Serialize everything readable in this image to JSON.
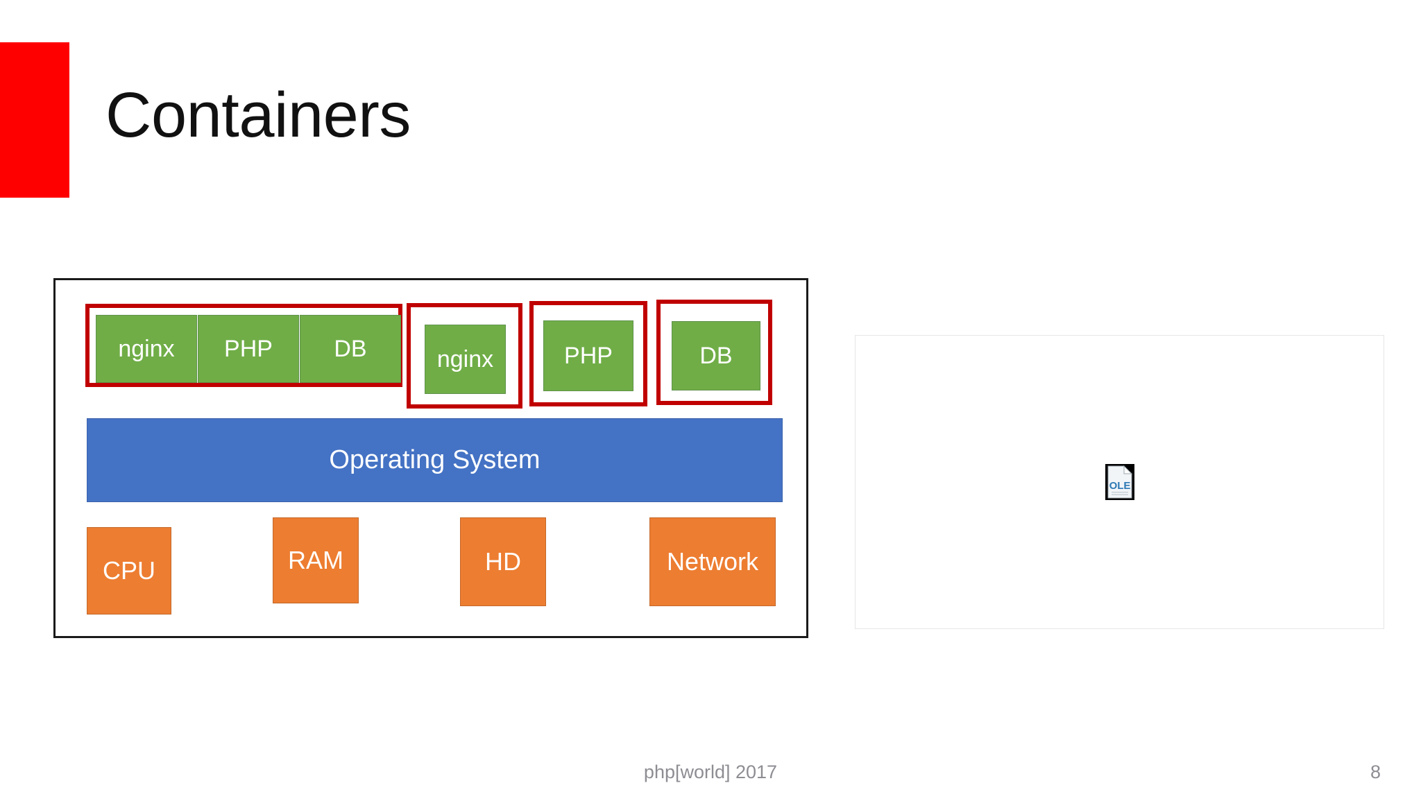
{
  "slide": {
    "title": "Containers",
    "accent_color": "#FF0000",
    "background_color": "#FFFFFF"
  },
  "diagram": {
    "border_color": "#1A1A1A",
    "container_border_color": "#C00000",
    "app_color": "#70AD47",
    "os_color": "#4472C4",
    "hardware_color": "#ED7D31",
    "container_groups": [
      {
        "name": "multi-service-container",
        "boxes": [
          {
            "label": "nginx"
          },
          {
            "label": "PHP"
          },
          {
            "label": "DB"
          }
        ]
      },
      {
        "name": "nginx-container",
        "boxes": [
          {
            "label": "nginx"
          }
        ]
      },
      {
        "name": "php-container",
        "boxes": [
          {
            "label": "PHP"
          }
        ]
      },
      {
        "name": "db-container",
        "boxes": [
          {
            "label": "DB"
          }
        ]
      }
    ],
    "os_layer": {
      "label": "Operating System"
    },
    "hardware_layer": [
      {
        "label": "CPU"
      },
      {
        "label": "RAM"
      },
      {
        "label": "HD"
      },
      {
        "label": "Network"
      }
    ]
  },
  "placeholder": {
    "object_label": "OLE"
  },
  "footer": {
    "text": "php[world] 2017",
    "page_number": "8"
  }
}
